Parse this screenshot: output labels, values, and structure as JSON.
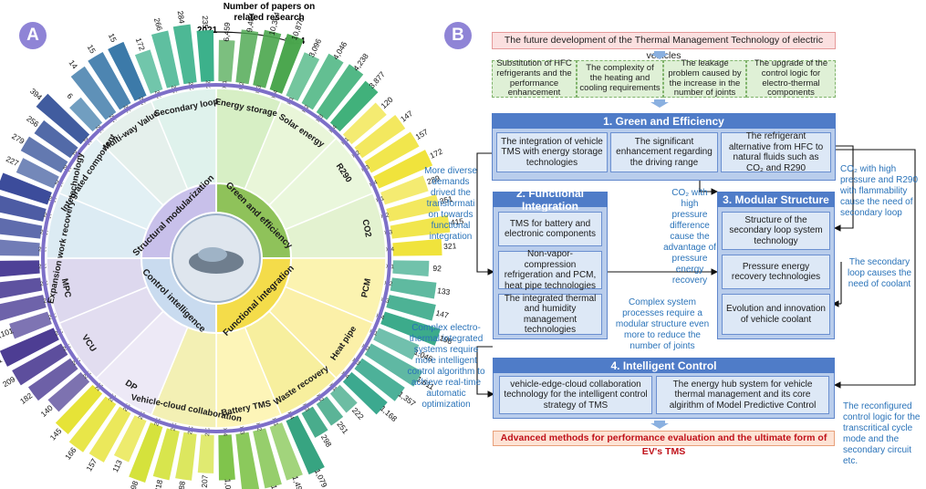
{
  "panel_a": {
    "badge": "A",
    "legend_title": "Number of papers on related research",
    "year_start": "2021",
    "year_end": "2024",
    "center_labels": [
      "Green and efficiency",
      "Structural modularization",
      "Control intelligence",
      "Functional integration"
    ],
    "categories": [
      "Energy storage",
      "Solar energy",
      "R290",
      "CO2",
      "PCM",
      "Heat pipe",
      "Waste recovery",
      "Battery TMS",
      "Vehicle-cloud collaboration",
      "DP",
      "VCU",
      "MPC",
      "Expansion work recovery technology",
      "Integrated component",
      "Multi-way Value",
      "Secondary loop"
    ]
  },
  "chart_data": {
    "type": "bar",
    "layout": "radial",
    "title": "Number of papers on related research",
    "years": [
      "2021",
      "2022",
      "2023",
      "2024"
    ],
    "colors": {
      "Energy storage": "#4aa64d",
      "Solar energy": "#3fb079",
      "R290": "#f0e33a",
      "CO2": "#f0e33a",
      "PCM": "#3aaa8a",
      "Heat pipe": "#3aa88e",
      "Waste recovery": "#35a37f",
      "Battery TMS": "#7ec34a",
      "Vehicle-cloud collaboration": "#d4e23a",
      "DP": "#e6e335",
      "VCU": "#4b3b92",
      "MPC": "#4c3f96",
      "Expansion work recovery technology": "#3a4a9a",
      "Integrated component": "#3f5a9e",
      "Multi-way Value": "#3a78a8",
      "Secondary loop": "#3ab08a"
    },
    "series": [
      {
        "name": "Energy storage",
        "values": [
          6459,
          9484,
          10364,
          10876
        ],
        "labels": [
          "6,459",
          "9,484",
          "10,364",
          "10,876"
        ]
      },
      {
        "name": "Solar energy",
        "values": [
          3096,
          4046,
          4238,
          3877
        ],
        "labels": [
          "3,096",
          "4,046",
          "4,238",
          "3,877"
        ]
      },
      {
        "name": "R290",
        "values": [
          120,
          147,
          157,
          172
        ],
        "labels": [
          "120",
          "147",
          "157",
          "172"
        ]
      },
      {
        "name": "CO2",
        "values": [
          289,
          351,
          415,
          321
        ],
        "labels": [
          "289",
          "351",
          "415",
          "321"
        ]
      },
      {
        "name": "PCM",
        "values": [
          92,
          133,
          147,
          198
        ],
        "labels": [
          "92",
          "133",
          "147",
          "198"
        ]
      },
      {
        "name": "Heat pipe",
        "values": [
          1046,
          1611,
          1357,
          1168
        ],
        "labels": [
          "1,046",
          "1,611",
          "1,357",
          "1,168"
        ]
      },
      {
        "name": "Waste recovery",
        "values": [
          222,
          251,
          298,
          1079
        ],
        "labels": [
          "222",
          "251",
          "298",
          "1,079"
        ]
      },
      {
        "name": "Battery TMS",
        "values": [
          1490,
          1574,
          1557,
          1079
        ],
        "labels": [
          "1,490",
          "1,574",
          "1,557",
          "1,079"
        ]
      },
      {
        "name": "Vehicle-cloud collaboration",
        "values": [
          207,
          288,
          318,
          398
        ],
        "labels": [
          "207",
          "288",
          "318",
          "398"
        ]
      },
      {
        "name": "DP",
        "values": [
          113,
          157,
          166,
          145
        ],
        "labels": [
          "113",
          "157",
          "166",
          "145"
        ]
      },
      {
        "name": "VCU",
        "values": [
          140,
          182,
          209,
          221
        ],
        "labels": [
          "140",
          "182",
          "209",
          "221"
        ]
      },
      {
        "name": "MPC",
        "values": [
          1101,
          1471,
          1700,
          1951
        ],
        "labels": [
          "1,101",
          "1,471",
          "1,700",
          "1,951"
        ]
      },
      {
        "name": "Expansion work recovery technology",
        "values": [
          393,
          477,
          416,
          411
        ],
        "labels": [
          "393",
          "477",
          "416",
          "411"
        ]
      },
      {
        "name": "Integrated component",
        "values": [
          227,
          279,
          256,
          394
        ],
        "labels": [
          "227",
          "279",
          "256",
          "394"
        ]
      },
      {
        "name": "Multi-way Value",
        "values": [
          6,
          14,
          15,
          15
        ],
        "labels": [
          "6",
          "14",
          "15",
          "15"
        ]
      },
      {
        "name": "Secondary loop",
        "values": [
          172,
          266,
          284,
          235
        ],
        "labels": [
          "172",
          "266",
          "284",
          "235"
        ]
      }
    ]
  },
  "panel_b": {
    "badge": "B",
    "title": "The future development of the Thermal Management Technology of electric vehicles",
    "drivers": [
      "Substitution of HFC refrigerants and the performance enhancement",
      "The complexity of the heating and cooling requirements",
      "The leakage problem caused by the increase in the number of joints",
      "The upgrade of the control logic for electro-thermal components"
    ],
    "section1": {
      "header": "1. Green and Efficiency",
      "items": [
        "The integration of vehicle TMS with energy storage technologies",
        "The significant enhancement regarding the driving range",
        "The refrigerant alternative from HFC to natural fluids such as CO₂ and R290"
      ]
    },
    "section2": {
      "header": "2. Functional Integration",
      "items": [
        "TMS for battery and electronic components",
        "Non-vapor-compression refrigeration and PCM, heat pipe technologies",
        "The integrated thermal and humidity management technologies"
      ]
    },
    "section3": {
      "header": "3. Modular Structure",
      "items": [
        "Structure of the secondary loop system technology",
        "Pressure energy recovery technologies",
        "Evolution and innovation of vehicle coolant"
      ]
    },
    "section4": {
      "header": "4. Intelligent Control",
      "items": [
        "vehicle-edge-cloud collaboration technology for the intelligent control strategy of TMS",
        "The energy hub system for vehicle thermal management and its core algirithm of Model Predictive Control"
      ]
    },
    "notes": {
      "diverse_demands": "More diverse demands drived the transformati on towards functional integration",
      "co2_pressure": "CO₂ with high pressure difference cause the advantage of pressure energy recovery",
      "co2_flammability": "CO₂ with high pressure and R290 with flammability cause the need of secondary loop",
      "secondary_coolant": "The secondary loop causes the need of coolant",
      "complex_system": "Complex system processes require a modular structure even more to reduce the number of joints",
      "complex_electro": "Complex electro-thermal integrated systems require more intelligent control algorithm to achieve real-time automatic optimization",
      "reconfigured": "The reconfigured control logic for the transcritical cycle mode and the secondary circuit etc."
    },
    "footer": "Advanced methods for performance evaluation and the ultimate form of EV's TMS"
  }
}
